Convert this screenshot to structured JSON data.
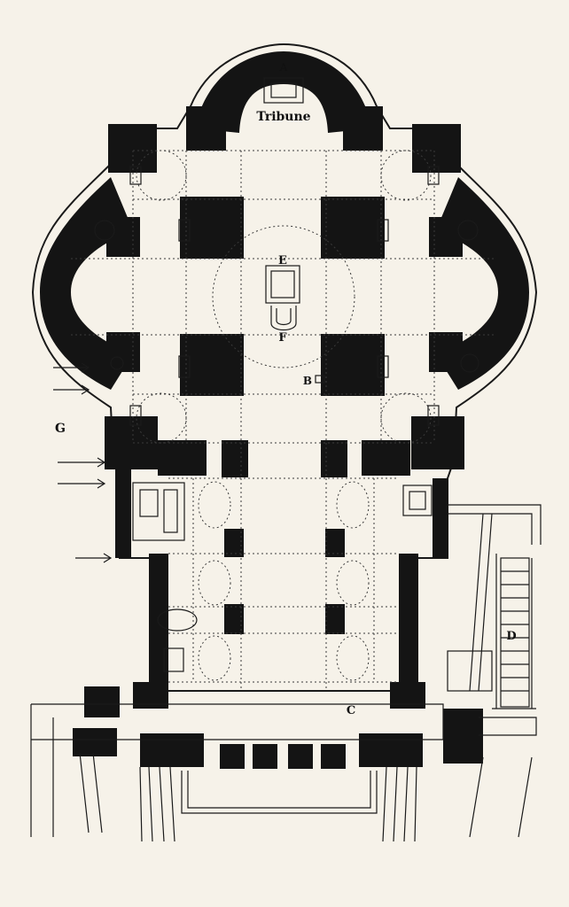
{
  "labels": {
    "tribune": "Tribune",
    "a": "A",
    "b": "B",
    "c": "C",
    "d": "D",
    "e": "E",
    "f": "F",
    "g": "G"
  },
  "colors": {
    "paper": "#f6f2e9",
    "ink": "#141414"
  }
}
